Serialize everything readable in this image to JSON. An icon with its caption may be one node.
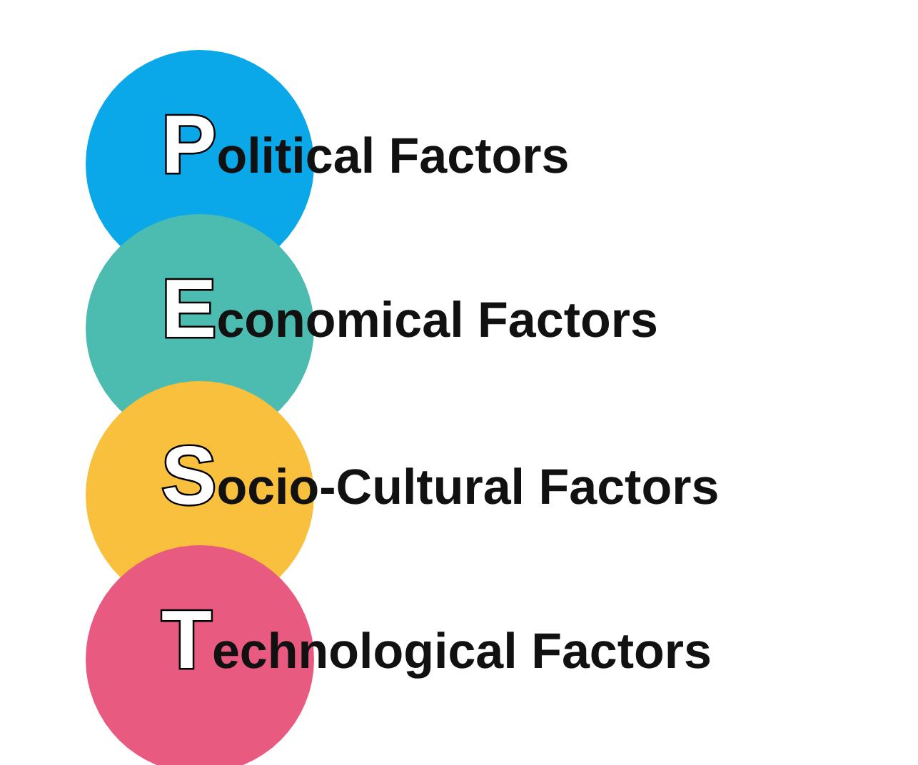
{
  "diagram": {
    "nodes": [
      {
        "text": [
          "Political Factors"
        ]
      },
      {
        "text": [
          "Economical Factors"
        ]
      },
      {
        "text": [
          "Socio-Cultural Factors"
        ]
      },
      {
        "text": [
          "Technological Factors"
        ]
      }
    ]
  }
}
